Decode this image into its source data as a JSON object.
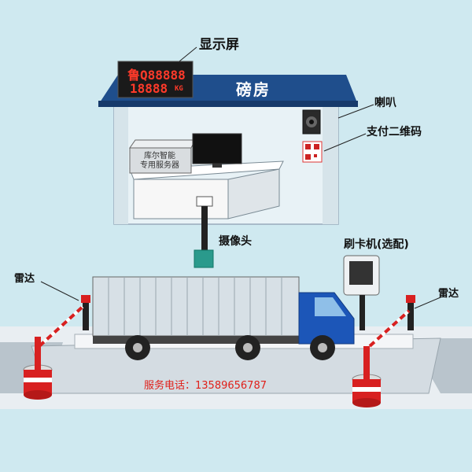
{
  "colors": {
    "background": "#cfe9f0",
    "booth_roof": "#1f4e8c",
    "truck_cab": "#1c56b8",
    "radar_red": "#d82020",
    "display_text": "#ff3a2a",
    "hotline": "#e0201a"
  },
  "labels": {
    "display_screen": "显示屏",
    "weigh_room": "磅房",
    "speaker": "喇叭",
    "payment_qr": "支付二维码",
    "camera": "摄像头",
    "card_reader": "刷卡机(选配)",
    "radar_left": "雷达",
    "radar_right": "雷达"
  },
  "display": {
    "plate": "鲁Q88888",
    "weight": "18888",
    "unit": "KG"
  },
  "server": {
    "line1": "库尔智能",
    "line2": "专用服务器"
  },
  "hotline": "服务电话：13589656787",
  "icons": [
    "speaker-icon",
    "qr-code-icon",
    "camera-icon",
    "keypad-icon",
    "monitor-icon",
    "radar-icon",
    "truck-icon"
  ]
}
